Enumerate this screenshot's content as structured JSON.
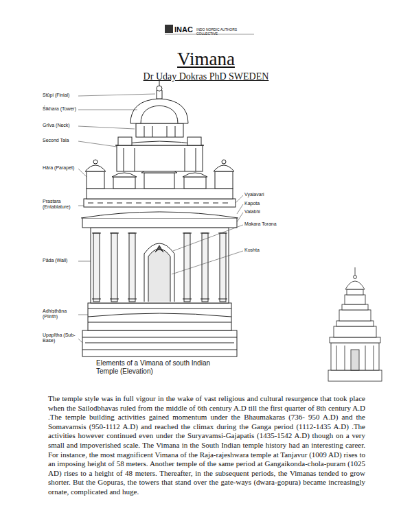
{
  "diagram": {
    "title": "Vimana",
    "caption": "Elements of a Vimana of south Indian Temple (Elevation)",
    "labels": [
      "INAC",
      "INDO NORDIC AUTHORS COLLECTIVE",
      "Dr Uday Dokras PhD SWEDEN",
      "Stūpi (Finial)",
      "Śikhara (Tower)",
      "Grīva (Neck)",
      "Second Tala",
      "Hāra (Parapet)",
      "Prastara (Entablature)",
      "Pāda (Wall)",
      "Adhiṣṭhāna (Plinth)",
      "Upapīṭha (Sub-Base)",
      "Vyalavari",
      "Kapota",
      "Valabhi",
      "Makara Torana",
      "Koshta",
      "The temple style was in full vigour in the wake of vast religious and cultural resurgence that took place when the Sailodbhavas ruled from the middle of 6th century A.D till the first quarter of 8th century A.D .The temple building activities gained momentum under the Bhaumakaras (736- 950 A.D) and the Somavamsis (950-1112 A.D) and reached the climax during the Ganga period (1112-1435 A.D) .The activities however continued even under the Suryavamsi-Gajapatis (1435-1542 A.D) though on a very small and impoverished scale. The Vimana in the South Indian temple history had an interesting career. For instance, the most magnificent Vimana of the Raja-rajeshwara temple at Tanjavur (1009 AD) rises to an imposing height of 58 meters. Another temple of the same period at Gangaikonda-chola-puram (1025 AD) rises to a height of 48 meters. Thereafter, in the subsequent periods, the Vimanas tended to grow shorter. But the Gopuras, the towers that stand over the gate-ways (dwara-gopura) became increasingly ornate, complicated and huge."
    ]
  }
}
